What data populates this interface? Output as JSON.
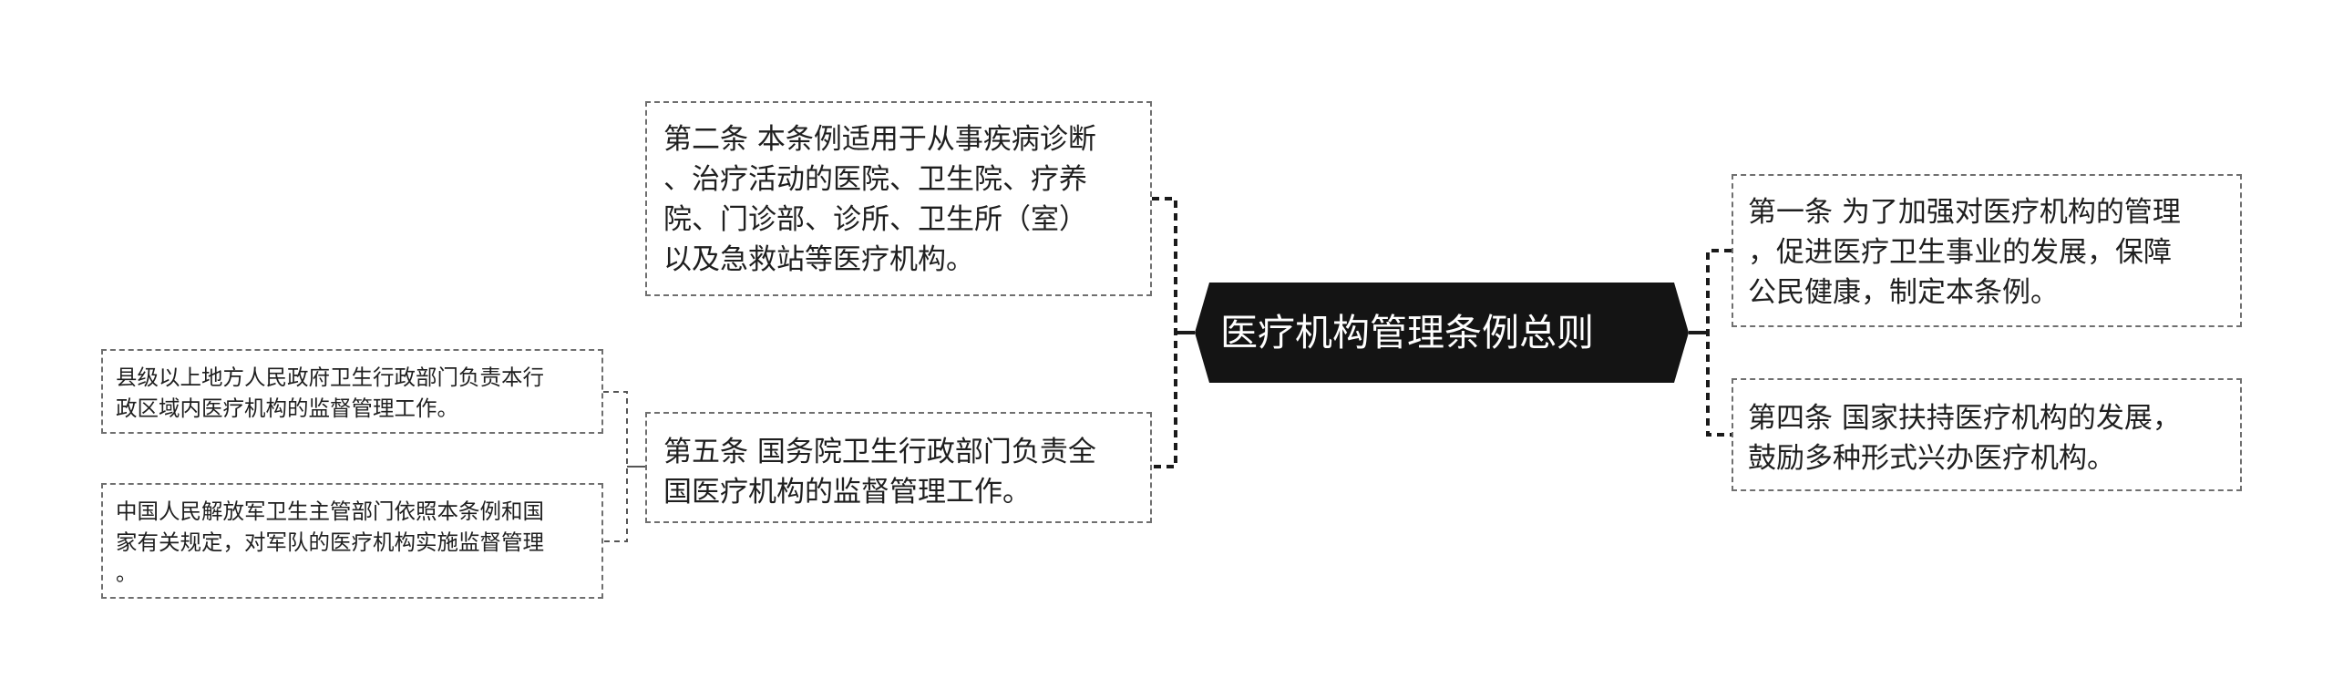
{
  "mindmap": {
    "root": {
      "title": "医疗机构管理条例总则"
    },
    "left_branches": [
      {
        "id": "article-2",
        "text": "第二条 本条例适用于从事疾病诊断\n、治疗活动的医院、卫生院、疗养\n院、门诊部、诊所、卫生所（室）\n以及急救站等医疗机构。"
      },
      {
        "id": "article-5",
        "text": "第五条 国务院卫生行政部门负责全\n国医疗机构的监督管理工作。",
        "children": [
          {
            "id": "local-supervision",
            "text": "县级以上地方人民政府卫生行政部门负责本行\n政区域内医疗机构的监督管理工作。"
          },
          {
            "id": "military-supervision",
            "text": "中国人民解放军卫生主管部门依照本条例和国\n家有关规定，对军队的医疗机构实施监督管理\n。"
          }
        ]
      }
    ],
    "right_branches": [
      {
        "id": "article-1",
        "text": "第一条 为了加强对医疗机构的管理\n，促进医疗卫生事业的发展，保障\n公民健康，制定本条例。"
      },
      {
        "id": "article-4",
        "text": "第四条 国家扶持医疗机构的发展，\n鼓励多种形式兴办医疗机构。"
      }
    ]
  },
  "colors": {
    "root_fill": "#141414",
    "root_text": "#ffffff",
    "node_border": "#6f6f6f",
    "connector": "#1a1a1a",
    "node_text": "#1f1f1f"
  }
}
